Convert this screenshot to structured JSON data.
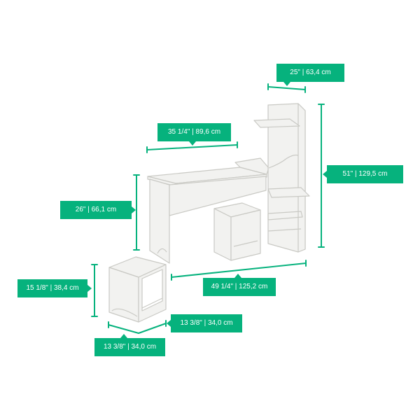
{
  "colors": {
    "accent": "#06b27d",
    "furniture_fill": "#f2f2f0",
    "furniture_stroke": "#c9c9c4"
  },
  "dimensions": {
    "hutch_width": "25\" | 63,4 cm",
    "hutch_height": "51\" | 129,5 cm",
    "desk_width": "35 1/4\" | 89,6 cm",
    "desk_height": "26\" | 66,1 cm",
    "overall_width": "49 1/4\" | 125,2 cm",
    "stool_height": "15 1/8\" | 38,4 cm",
    "stool_depth": "13 3/8\" | 34,0 cm",
    "stool_width": "13 3/8\" | 34,0 cm"
  }
}
